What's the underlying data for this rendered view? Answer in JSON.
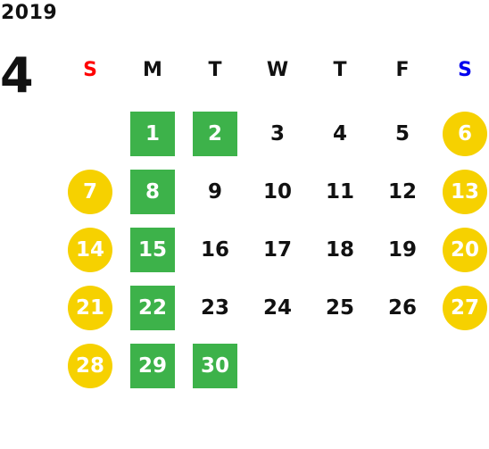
{
  "calendar": {
    "year": "2019",
    "month": "4",
    "weekdays": [
      {
        "label": "S",
        "color": "#ff0000"
      },
      {
        "label": "M",
        "color": "#111111"
      },
      {
        "label": "T",
        "color": "#111111"
      },
      {
        "label": "W",
        "color": "#111111"
      },
      {
        "label": "T",
        "color": "#111111"
      },
      {
        "label": "F",
        "color": "#111111"
      },
      {
        "label": "S",
        "color": "#0000ee"
      }
    ],
    "colors": {
      "holiday_green": "#3db24a",
      "weekend_yellow": "#f6d100"
    },
    "weeks": [
      [
        null,
        {
          "day": "1",
          "mark": "green"
        },
        {
          "day": "2",
          "mark": "green"
        },
        {
          "day": "3",
          "mark": "none"
        },
        {
          "day": "4",
          "mark": "none"
        },
        {
          "day": "5",
          "mark": "none"
        },
        {
          "day": "6",
          "mark": "yellow"
        }
      ],
      [
        {
          "day": "7",
          "mark": "yellow"
        },
        {
          "day": "8",
          "mark": "green"
        },
        {
          "day": "9",
          "mark": "none"
        },
        {
          "day": "10",
          "mark": "none"
        },
        {
          "day": "11",
          "mark": "none"
        },
        {
          "day": "12",
          "mark": "none"
        },
        {
          "day": "13",
          "mark": "yellow"
        }
      ],
      [
        {
          "day": "14",
          "mark": "yellow"
        },
        {
          "day": "15",
          "mark": "green"
        },
        {
          "day": "16",
          "mark": "none"
        },
        {
          "day": "17",
          "mark": "none"
        },
        {
          "day": "18",
          "mark": "none"
        },
        {
          "day": "19",
          "mark": "none"
        },
        {
          "day": "20",
          "mark": "yellow"
        }
      ],
      [
        {
          "day": "21",
          "mark": "yellow"
        },
        {
          "day": "22",
          "mark": "green"
        },
        {
          "day": "23",
          "mark": "none"
        },
        {
          "day": "24",
          "mark": "none"
        },
        {
          "day": "25",
          "mark": "none"
        },
        {
          "day": "26",
          "mark": "none"
        },
        {
          "day": "27",
          "mark": "yellow"
        }
      ],
      [
        {
          "day": "28",
          "mark": "yellow"
        },
        {
          "day": "29",
          "mark": "green"
        },
        {
          "day": "30",
          "mark": "green"
        },
        null,
        null,
        null,
        null
      ]
    ]
  }
}
